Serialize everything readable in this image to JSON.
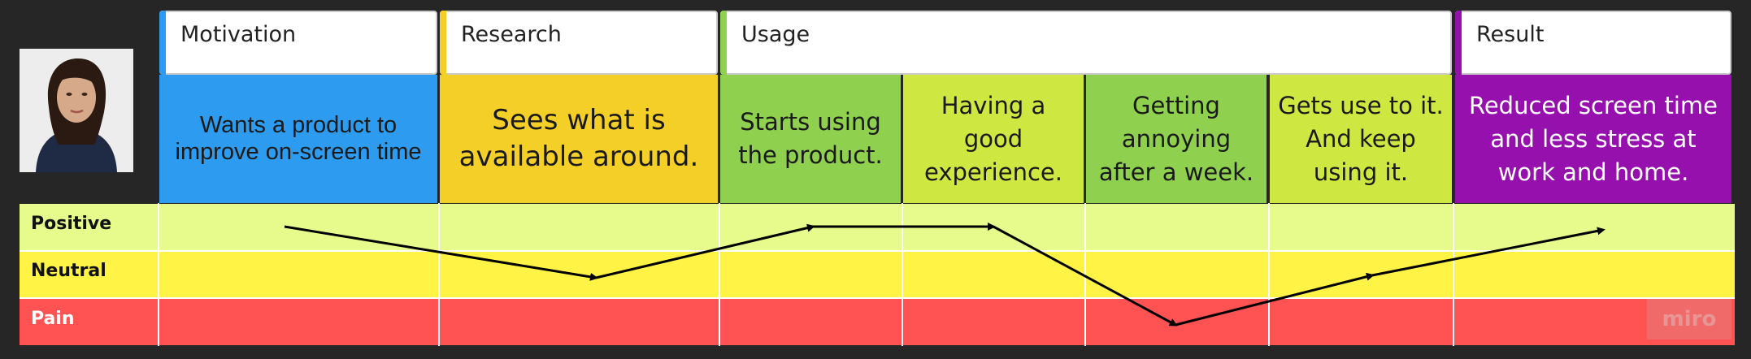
{
  "phases": [
    {
      "label": "Motivation",
      "accent": "#2d9cf0"
    },
    {
      "label": "Research",
      "accent": "#f4cf27"
    },
    {
      "label": "Usage",
      "accent": "#8fd14f"
    },
    {
      "label": "Result",
      "accent": "#9510ac"
    }
  ],
  "steps": [
    {
      "text": "Wants a product to improve on-screen time",
      "color": "#2d9cf0"
    },
    {
      "text": "Sees what is available around.",
      "color": "#f4cf27"
    },
    {
      "text": "Starts using the product.",
      "color": "#8fd14f"
    },
    {
      "text": "Having a good experience.",
      "color": "#cee741"
    },
    {
      "text": "Getting annoying after a week.",
      "color": "#8fd14f"
    },
    {
      "text": "Gets use to it. And keep using it.",
      "color": "#cee741"
    },
    {
      "text": "Reduced screen time and less stress at work and home.",
      "color": "#9510ac"
    }
  ],
  "levels": [
    {
      "label": "Positive",
      "color": "#e6fb8c"
    },
    {
      "label": "Neutral",
      "color": "#fff445"
    },
    {
      "label": "Pain",
      "color": "#ff5252"
    }
  ],
  "journey": [
    "Positive",
    "Neutral",
    "Positive",
    "Positive",
    "Pain",
    "Neutral",
    "Positive"
  ],
  "watermark": "miro"
}
